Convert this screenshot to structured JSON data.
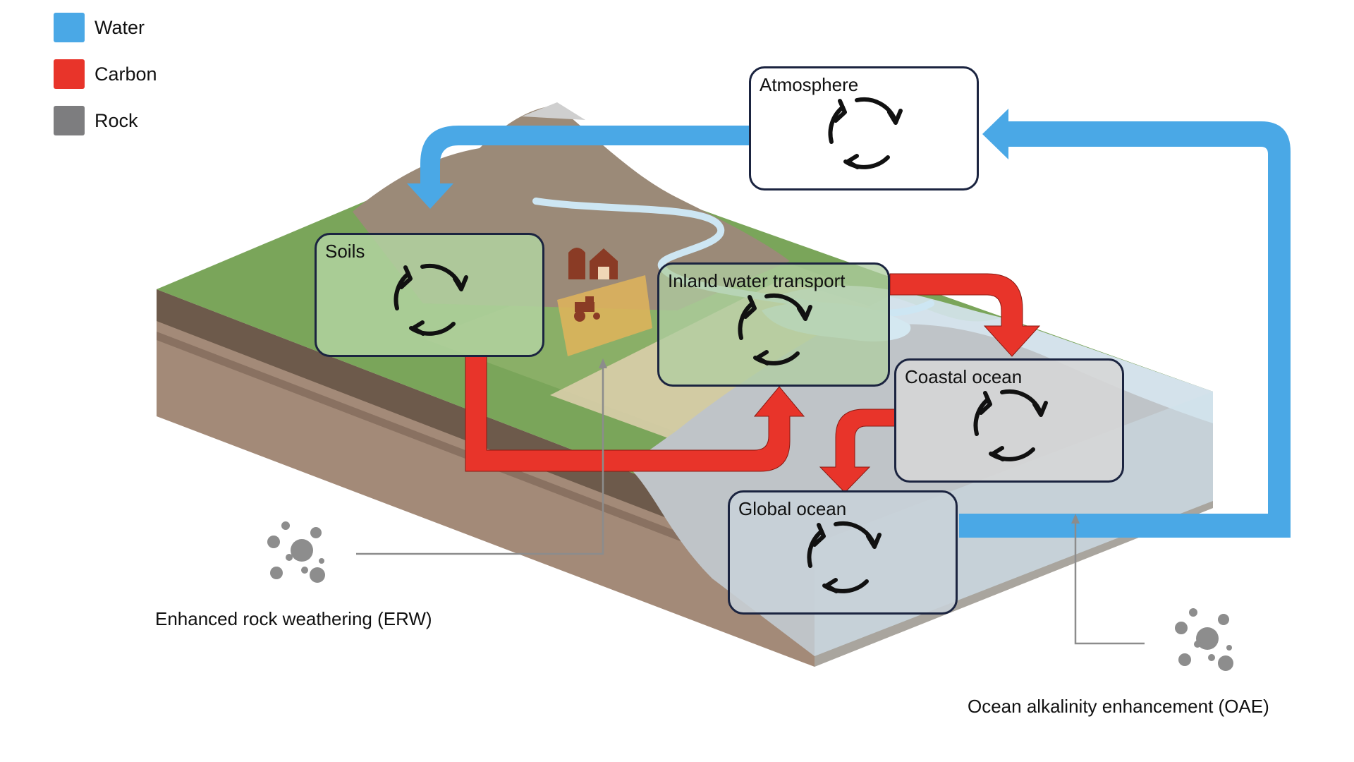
{
  "legend": {
    "water": {
      "label": "Water",
      "color": "#4aa8e6"
    },
    "carbon": {
      "label": "Carbon",
      "color": "#e8342a"
    },
    "rock": {
      "label": "Rock",
      "color": "#7d7d7f"
    }
  },
  "boxes": {
    "atmosphere": "Atmosphere",
    "soils": "Soils",
    "inland_water": "Inland water transport",
    "coastal_ocean": "Coastal ocean",
    "global_ocean": "Global ocean"
  },
  "captions": {
    "erw": "Enhanced rock weathering (ERW)",
    "oae": "Ocean alkalinity enhancement (OAE)"
  },
  "icons": [
    "cycle-arrows-icon",
    "barn-icon",
    "tractor-icon",
    "rock-particles-icon"
  ]
}
